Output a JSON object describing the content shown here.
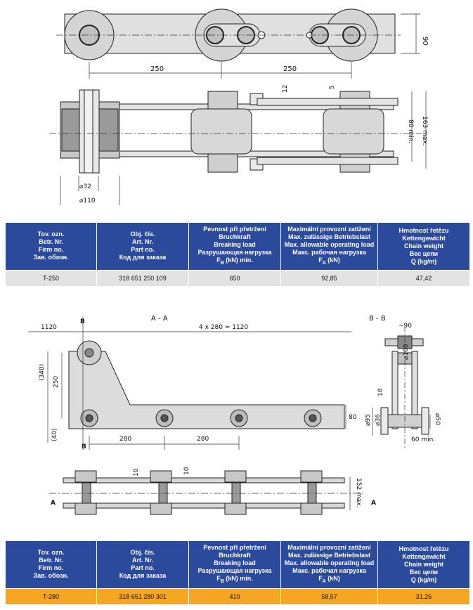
{
  "table1": {
    "headers": [
      [
        "Tov. ozn.",
        "Betr. Nr.",
        "Firm no.",
        "Зав. обозн."
      ],
      [
        "Obj. čís.",
        "Art. Nr.",
        "Part no.",
        "Код для заказа"
      ],
      [
        "Pevnost při přetržení",
        "Bruchkraft",
        "Breaking load",
        "Разрушающая нагрузка",
        "F_B (kN) min."
      ],
      [
        "Maximální provozní zatížení",
        "Max. zulässige Betriebslast",
        "Max. allowable operating load",
        "Макс. рабочая нагрузка",
        "F_A (kN)"
      ],
      [
        "Hmotnost řetězu",
        "Kettengewicht",
        "Chain weight",
        "Вес цепи",
        "Q (kg/m)"
      ]
    ],
    "row": [
      "T-250",
      "318 651 250 109",
      "650",
      "92,85",
      "47,42"
    ]
  },
  "table2": {
    "headers": [
      [
        "Tov. ozn.",
        "Betr. Nr.",
        "Firm no.",
        "Зав. обозн."
      ],
      [
        "Obj. čís.",
        "Art. Nr.",
        "Part no.",
        "Код для заказа"
      ],
      [
        "Pevnost při přetržení",
        "Bruchkraft",
        "Breaking load",
        "Разрушающая нагрузка",
        "F_B (kN) min."
      ],
      [
        "Maximální provozní zatížení",
        "Max. zulässige Betriebslast",
        "Max. allowable operating load",
        "Макс. рабочая нагрузка",
        "F_A (kN)"
      ],
      [
        "Hmotnost řetězu",
        "Kettengewicht",
        "Chain weight",
        "Вес цепи",
        "Q (kg/m)"
      ]
    ],
    "row": [
      "T-280",
      "318 651 280 301",
      "410",
      "58,57",
      "31,26"
    ]
  },
  "drawing1": {
    "dims": {
      "pitch_left": "250",
      "pitch_right": "250",
      "height": "90",
      "d12": "12",
      "d5": "5",
      "d80": "80 min.",
      "d163": "163 max.",
      "d32": "⌀32",
      "d110": "⌀110"
    }
  },
  "drawing2": {
    "dims": {
      "section_aa": "A - A",
      "section_bb": "B - B",
      "pitch_total": "4 x 280 = 1120",
      "left_1120": "1120",
      "d340": "(340)",
      "d250": "250",
      "d40": "(40)",
      "d80": "80",
      "p280a": "280",
      "p280b": "280",
      "d90": "~90",
      "d100": "⌀100",
      "d18": "18",
      "d95": "⌀95",
      "d36": "⌀36",
      "d50": "⌀50",
      "d60": "60 min.",
      "d10a": "10",
      "d10b": "10",
      "d152": "152 max.",
      "mark_a": "A",
      "mark_b": "B"
    }
  }
}
